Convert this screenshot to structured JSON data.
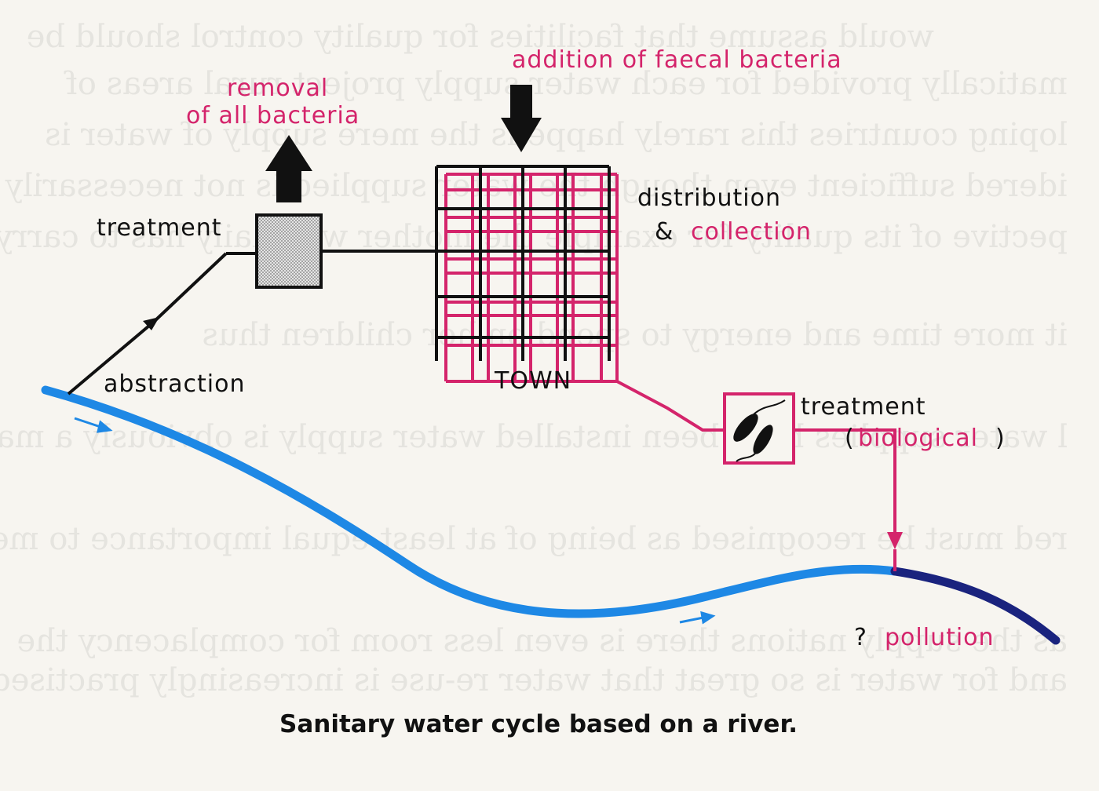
{
  "diagram": {
    "labels": {
      "addition": "addition of faecal bacteria",
      "removal_1": "removal",
      "removal_2": "of all bacteria",
      "treatment_top": "treatment",
      "distribution": "distribution",
      "ampersand": "&",
      "collection": "collection",
      "abstraction": "abstraction",
      "town": "TOWN",
      "treatment_bottom": "treatment",
      "bio_open": "(",
      "biological": "biological",
      "bio_close": ")",
      "question": "?",
      "pollution": "pollution"
    },
    "caption": "Sanitary water cycle based on a river.",
    "colors": {
      "river": "#1e88e5",
      "river_polluted": "#1a237e",
      "sewage": "#d4246b",
      "water_main": "#111111",
      "treatment_box_fill": "#d9d9d9"
    }
  }
}
